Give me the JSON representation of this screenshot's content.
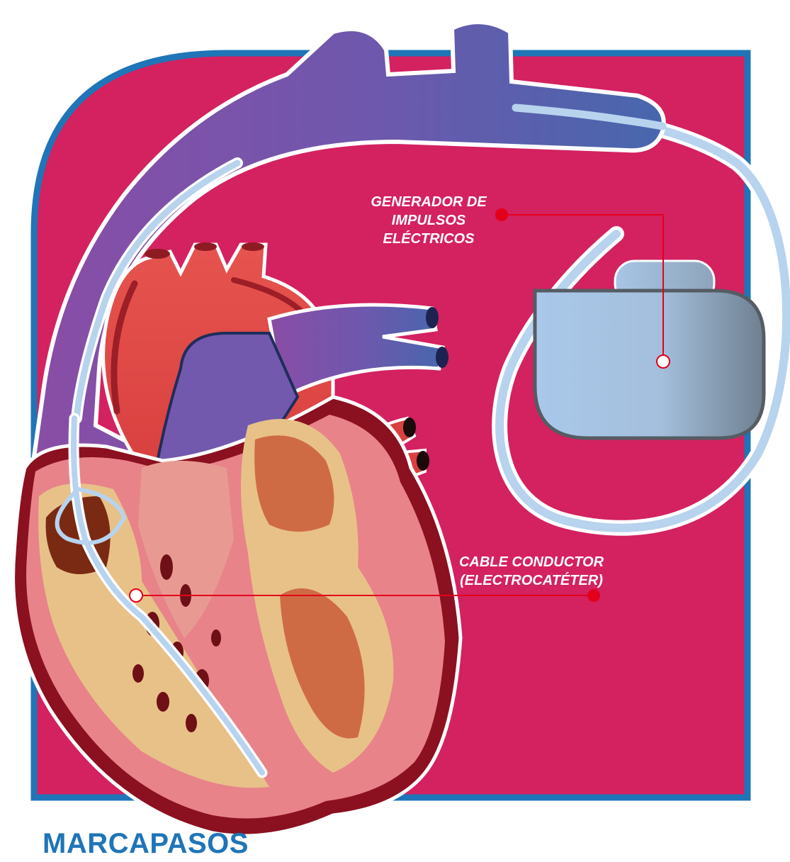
{
  "title": "MARCAPASOS",
  "labels": {
    "generator": [
      "GENERADOR DE",
      "IMPULSOS",
      "ELÉCTRICOS"
    ],
    "lead": [
      "CABLE CONDUCTOR",
      "(ELECTROCATÉTER)"
    ]
  },
  "colors": {
    "background_panel": "#d42160",
    "panel_border": "#1f75b7",
    "title": "#1f75b7",
    "vein_start": "#7a4fa6",
    "vein_end": "#4a63ad",
    "lead_wire": "#b7d3ee",
    "device": "#a9c4e3",
    "callout_line": "#e3001b",
    "heart_outer": "#8b1020",
    "heart_muscle": "#e8838a",
    "heart_inner": "#e8c188"
  },
  "icons": [
    "heart-illustration",
    "pacemaker-device-icon",
    "lead-wire-icon"
  ]
}
